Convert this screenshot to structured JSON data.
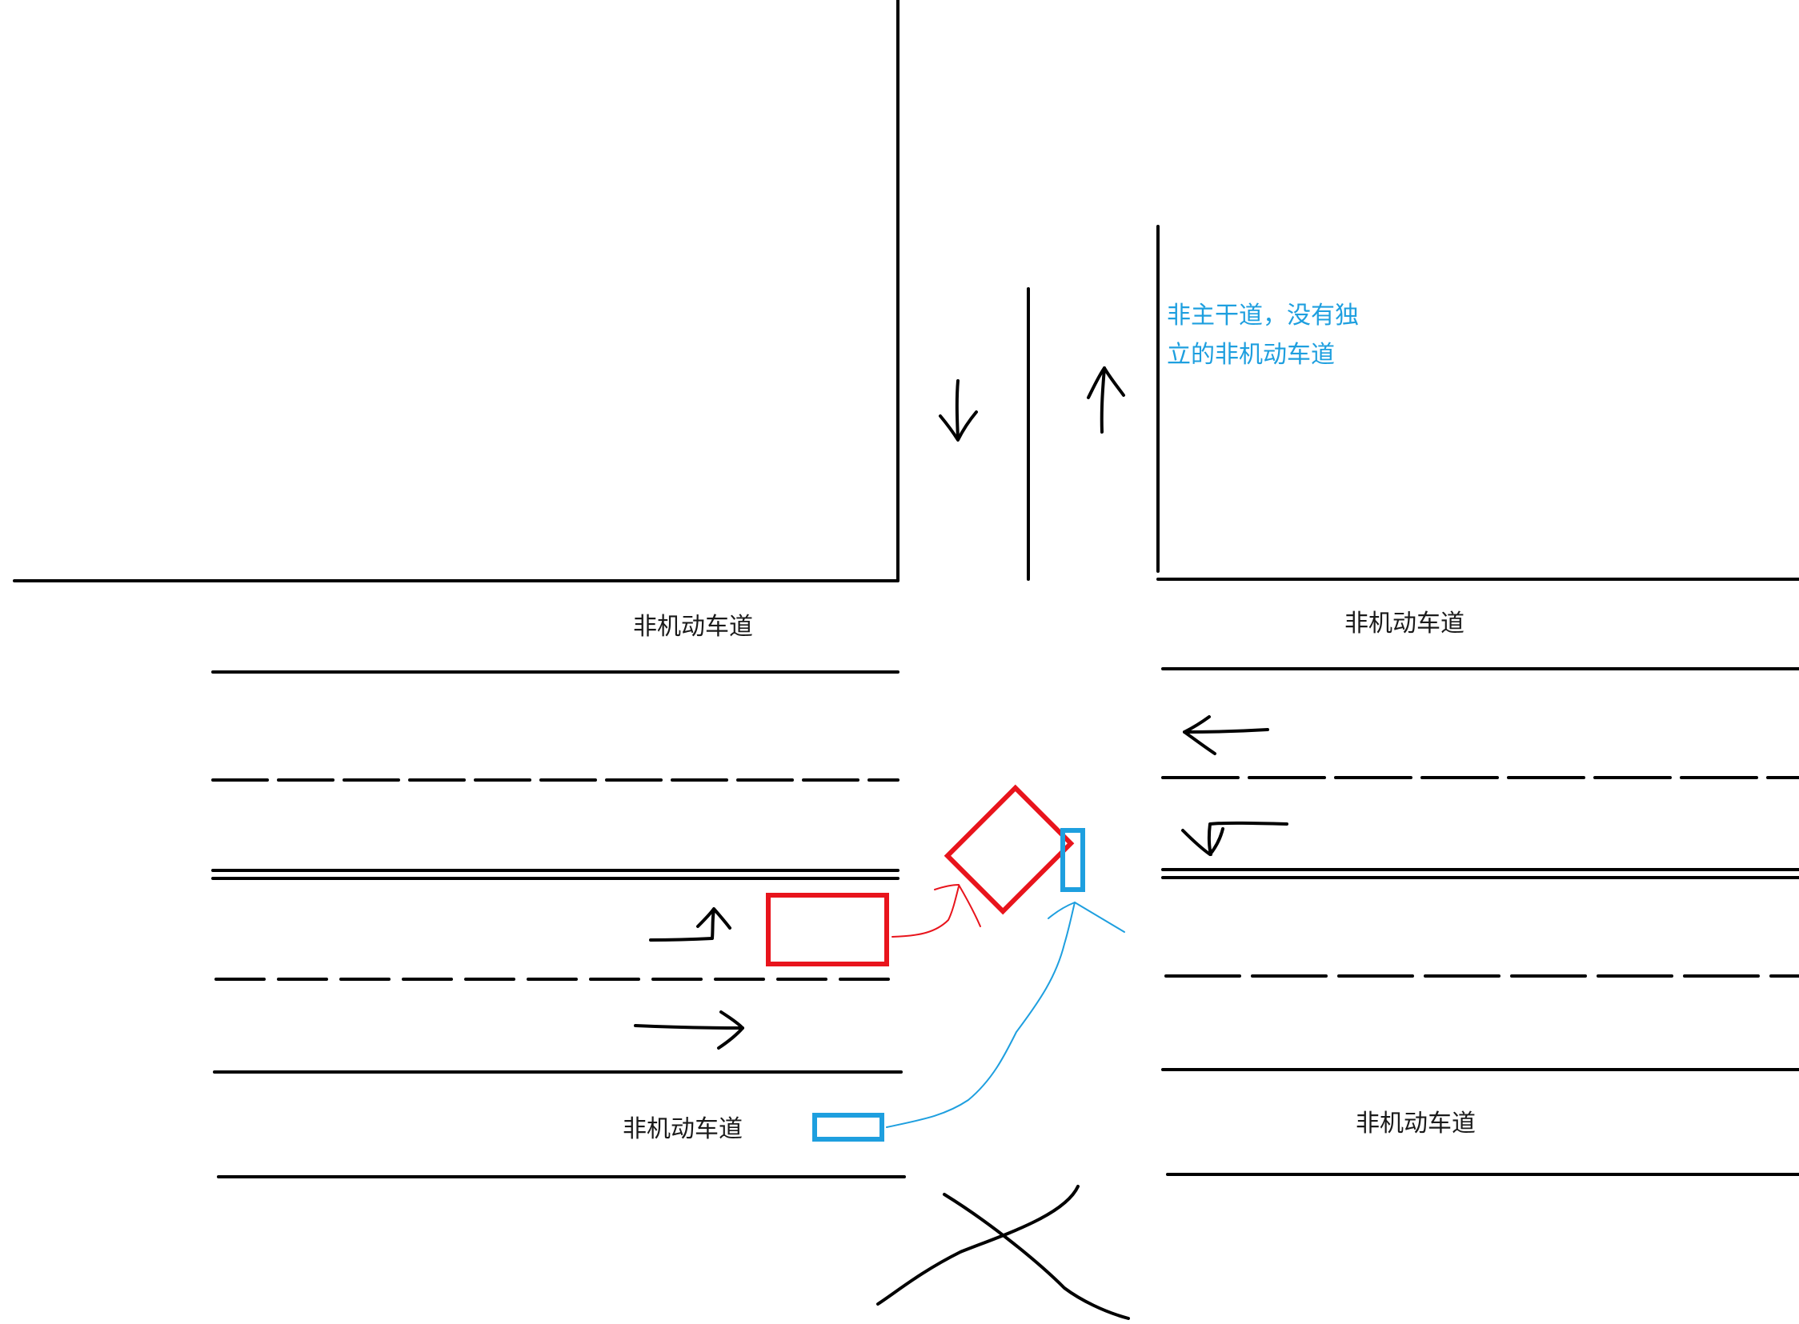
{
  "labels": {
    "bike_lane_nw": "非机动车道",
    "bike_lane_ne": "非机动车道",
    "bike_lane_sw": "非机动车道",
    "bike_lane_se": "非机动车道"
  },
  "side_road_note": {
    "line1": "非主干道，没有独",
    "line2": "立的非机动车道"
  },
  "colors": {
    "road_lines": "#000000",
    "car": "#e8141c",
    "bicycle": "#1e9fdf",
    "note_text": "#1e9fdf"
  }
}
